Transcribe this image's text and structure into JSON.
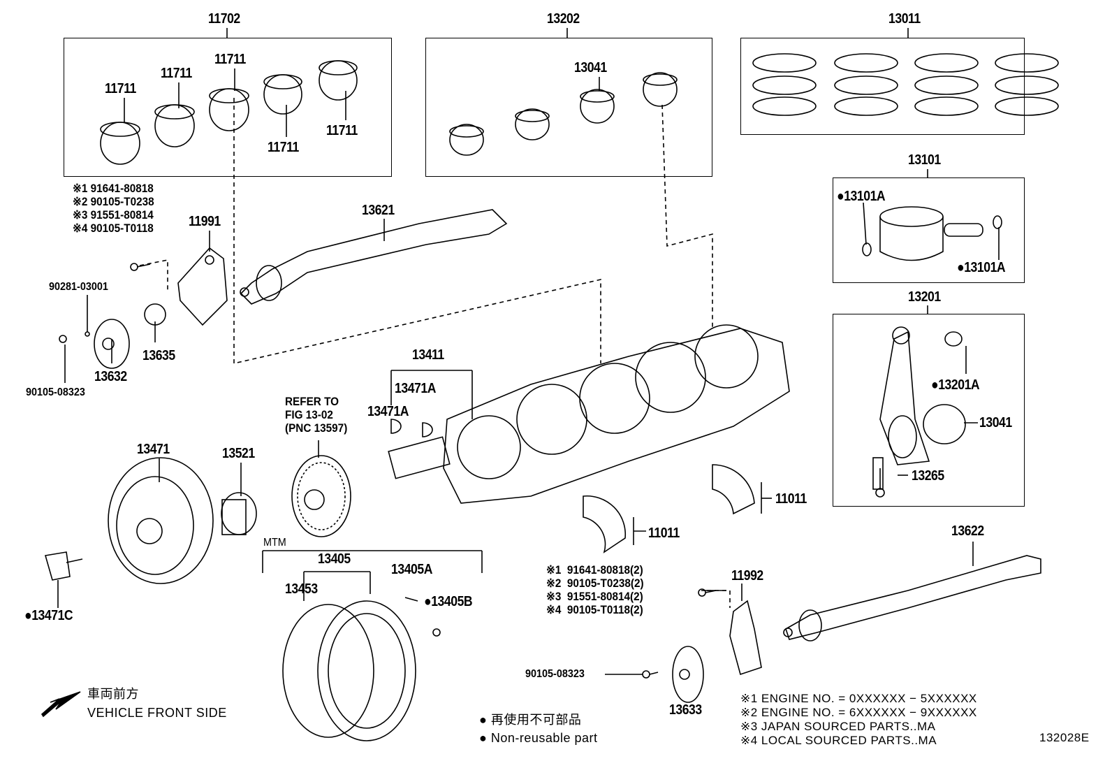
{
  "labels": [
    "11702",
    "13202",
    "13011",
    "11711",
    "11711",
    "11711",
    "11711",
    "11711",
    "13041",
    "13101",
    "●13101A",
    "●13101A",
    "13621",
    "11991",
    "90281-03001",
    "13632",
    "13635",
    "90105-08323",
    "13411",
    "13471A",
    "13471A",
    "13201",
    "●13201A",
    "13041",
    "13265",
    "11011",
    "11011",
    "13471",
    "13521",
    "MTM",
    "13405",
    "13405A",
    "13453",
    "●13405B",
    "●13471C",
    "13622",
    "11992",
    "90105-08323",
    "13633"
  ],
  "refer_note": "REFER TO\nFIG 13-02\n(PNC 13597)",
  "notes_top_left": [
    "※1 91641-80818",
    "※2 90105-T0238",
    "※3 91551-80814",
    "※4 90105-T0118"
  ],
  "notes_mid": [
    "※1  91641-80818(2)",
    "※2  90105-T0238(2)",
    "※3  91551-80814(2)",
    "※4  90105-T0118(2)"
  ],
  "footnotes": [
    "※1 ENGINE NO. = 0XXXXXX − 5XXXXXX",
    "※2 ENGINE NO. = 6XXXXXX − 9XXXXXX",
    "※3 JAPAN SOURCED PARTS..MA",
    "※4 LOCAL SOURCED PARTS..MA"
  ],
  "vehicle_front": {
    "jp": "車両前方",
    "en": "VEHICLE FRONT SIDE"
  },
  "legend": {
    "jp": "再使用不可部品",
    "en": "Non-reusable part",
    "marker": "●"
  },
  "figure_id": "132028E"
}
